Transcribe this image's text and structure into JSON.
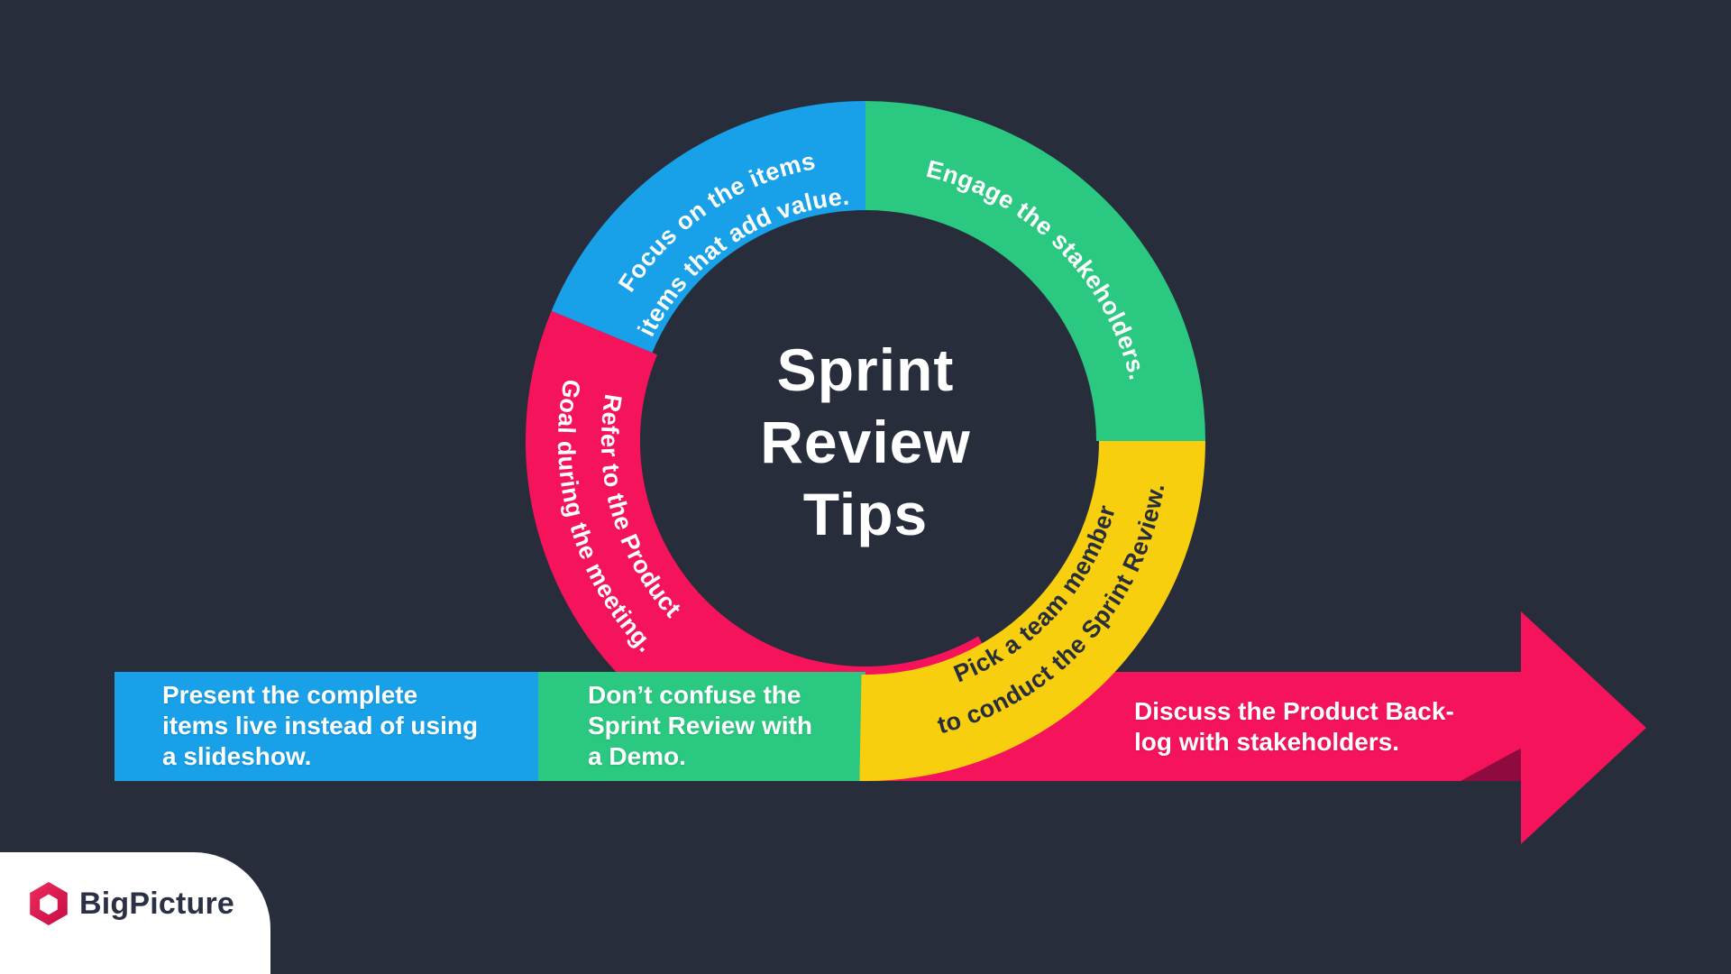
{
  "title": "Sprint\nReview\nTips",
  "ring_labels": {
    "blue": {
      "line1": "Focus on the items",
      "line2": "items that add value."
    },
    "green": {
      "line1": "Engage the stakeholders."
    },
    "yellow": {
      "line1": "Pick a team member",
      "line2": "to conduct the Sprint Review."
    },
    "pink": {
      "line1": "Refer to the Product",
      "line2": "Goal during the meeting."
    }
  },
  "bar_labels": {
    "blue": "Present the complete\nitems live instead of using\na slideshow.",
    "green": "Don’t confuse the\nSprint Review with\na Demo.",
    "pink": "Discuss the Product Back-\nlog with stakeholders."
  },
  "logo": {
    "text": "BigPicture"
  },
  "colors": {
    "background": "#272D3B",
    "blue": "#18A0E8",
    "green": "#2BC881",
    "yellow": "#F7CF0F",
    "pink": "#F5145B",
    "maroon": "#8F0B3F",
    "white": "#FFFFFF",
    "dark_text": "#272D3B",
    "logo_red_top": "#EE2A5B",
    "logo_red_bottom": "#C40E46",
    "logo_text_color": "#2B3144"
  }
}
